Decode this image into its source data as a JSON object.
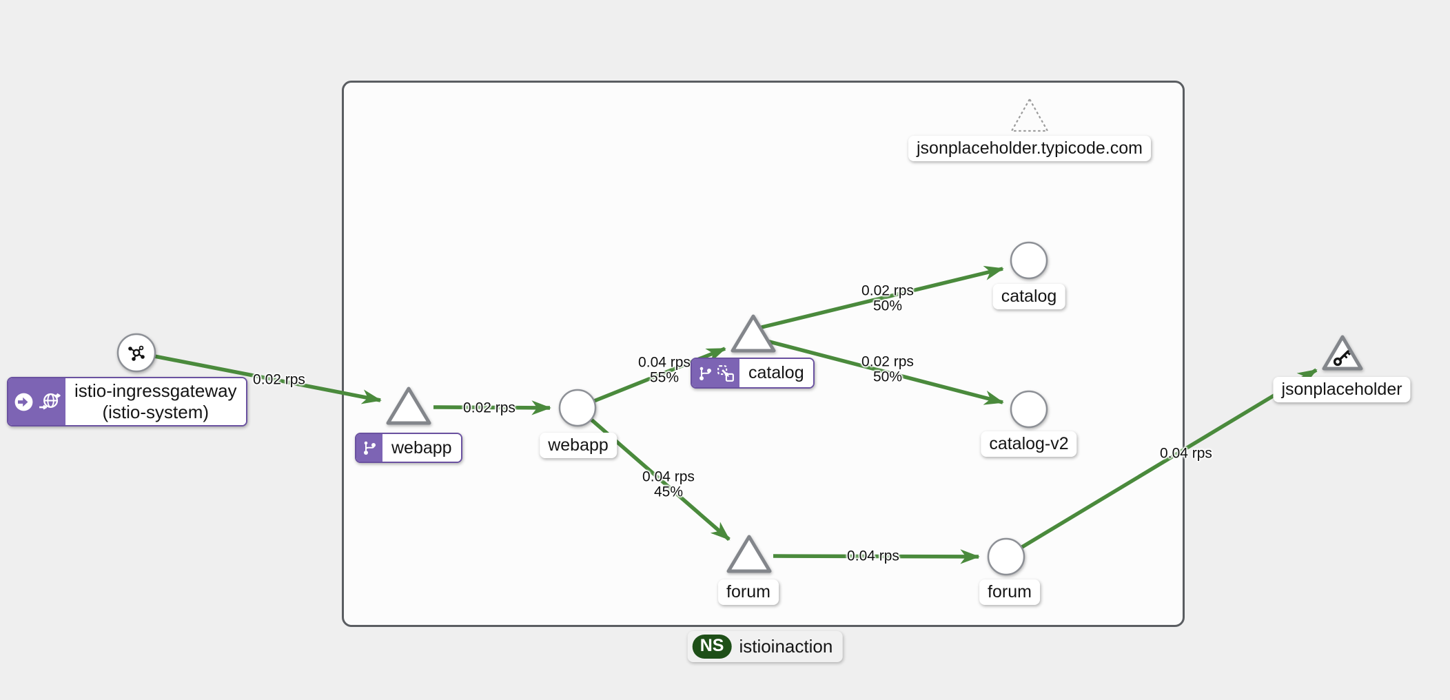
{
  "canvas": {
    "background": "#efefef"
  },
  "namespace": {
    "badge": "NS",
    "name": "istioinaction"
  },
  "nodes": {
    "ingressgateway": {
      "label": "istio-ingressgateway",
      "sublabel": "(istio-system)"
    },
    "webapp_service": {
      "label": "webapp"
    },
    "webapp_workload": {
      "label": "webapp"
    },
    "catalog_service": {
      "label": "catalog"
    },
    "catalog_workload": {
      "label": "catalog"
    },
    "catalog_v2_workload": {
      "label": "catalog-v2"
    },
    "forum_service": {
      "label": "forum"
    },
    "forum_workload": {
      "label": "forum"
    },
    "jsonplaceholder_service": {
      "label": "jsonplaceholder"
    },
    "external_host": {
      "label": "jsonplaceholder.typicode.com"
    }
  },
  "edges": {
    "ingress_to_webapp_svc": {
      "rate": "0.02 rps"
    },
    "webapp_svc_to_webapp": {
      "rate": "0.02 rps"
    },
    "webapp_to_catalog_svc": {
      "rate": "0.04 rps",
      "split": "55%"
    },
    "webapp_to_forum_svc": {
      "rate": "0.04 rps",
      "split": "45%"
    },
    "catalog_svc_to_catalog": {
      "rate": "0.02 rps",
      "split": "50%"
    },
    "catalog_svc_to_catalog_v2": {
      "rate": "0.02 rps",
      "split": "50%"
    },
    "forum_svc_to_forum": {
      "rate": "0.04 rps"
    },
    "forum_to_jsonplaceholder": {
      "rate": "0.04 rps"
    }
  },
  "colors": {
    "edge_green": "#4a8a3c",
    "badge_purple": "#7d64b4",
    "ns_badge_green": "#1e4f18",
    "node_border_gray": "#8d9096",
    "namespace_fill": "#fcfcfc",
    "namespace_border": "#5a5d61"
  },
  "icons": {
    "ingress_node": "mesh-icon",
    "ingress_badges": [
      "root-icon",
      "gateway-icon"
    ],
    "webapp_service_badges": [
      "virtual-service-icon"
    ],
    "catalog_service_badges": [
      "virtual-service-icon",
      "request-routing-icon"
    ],
    "jsonplaceholder_node": "key-icon",
    "namespace_badge": "ns-icon"
  }
}
